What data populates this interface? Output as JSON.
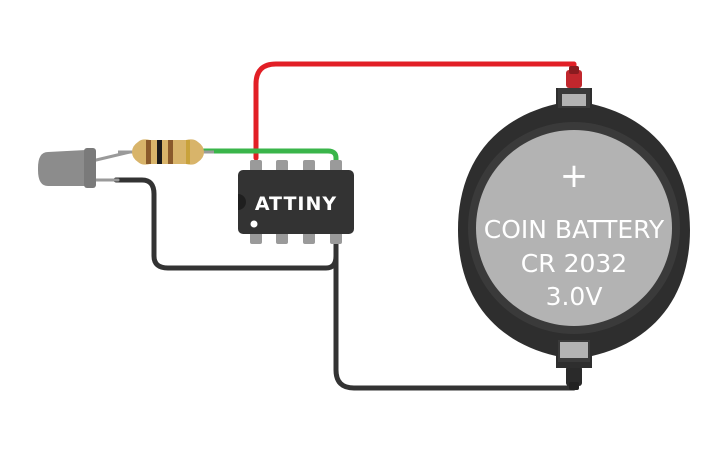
{
  "chip": {
    "label": "ATTINY"
  },
  "battery": {
    "line1": "COIN BATTERY",
    "line2": "CR 2032",
    "line3": "3.0V",
    "polarity_symbol": "+"
  },
  "colors": {
    "wire_positive": "#e21f26",
    "wire_negative": "#333333",
    "wire_signal": "#3ab54a",
    "chip_body": "#333333",
    "battery_outer": "#2e2e2e",
    "battery_cell": "#b3b3b3",
    "led_body": "#8c8c8c"
  }
}
